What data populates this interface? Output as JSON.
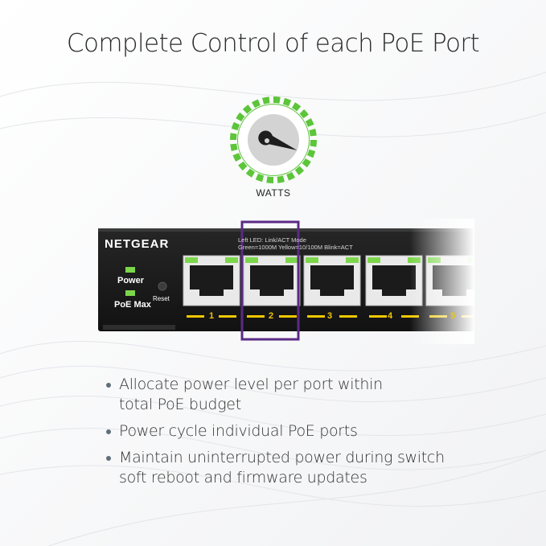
{
  "headline": "Complete Control of each PoE Port",
  "gauge": {
    "icon": "watts-gauge-icon",
    "label": "WATTS",
    "color": "#5cc53a"
  },
  "switch": {
    "brand": "NETGEAR",
    "led_legend": [
      "Left LED: Link/ACT Mode",
      "Green=1000M  Yellow=10/100M  Blink=ACT"
    ],
    "power_label": "Power",
    "poe_max_label": "PoE Max",
    "reset_label": "Reset",
    "port_numbers": [
      "1",
      "2",
      "3",
      "4",
      "5"
    ],
    "led_color": "#7cd64a",
    "port_stripe_color": "#f0c800",
    "highlight_color": "#5b2a86"
  },
  "bullets": [
    "Allocate power level per port within\ntotal PoE budget",
    "Power cycle individual PoE ports",
    "Maintain uninterrupted power during switch\nsoft reboot and firmware updates"
  ]
}
